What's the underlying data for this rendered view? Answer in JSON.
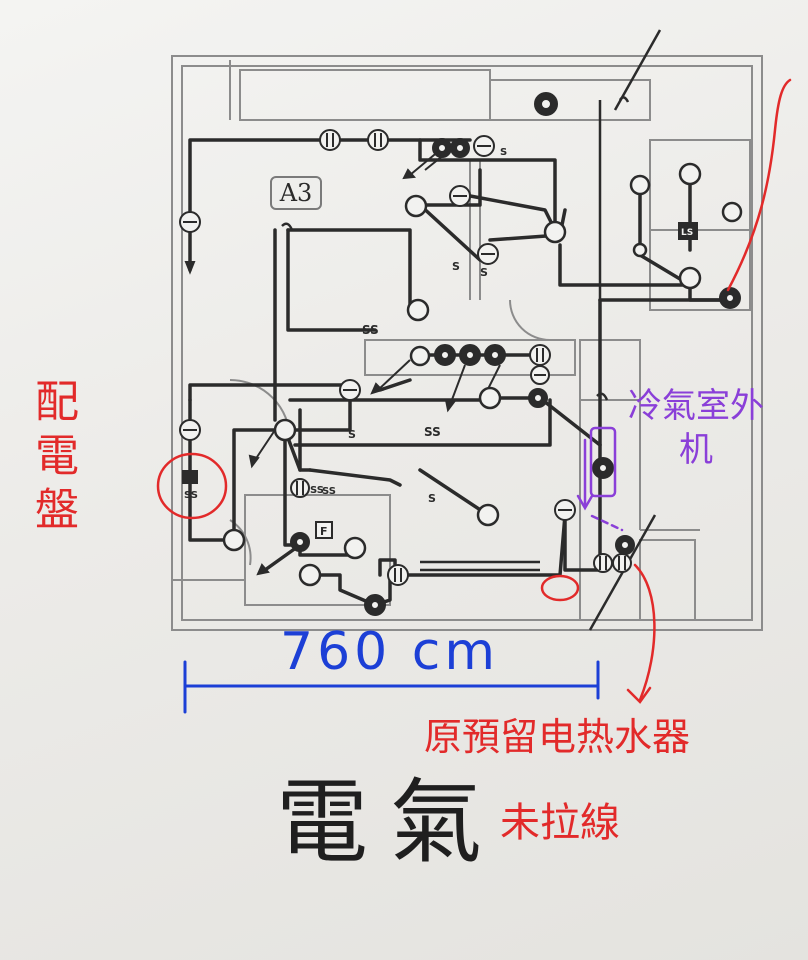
{
  "drawing": {
    "sheet_label": "A3",
    "title": "電氣",
    "switch_symbols": [
      "SS",
      "SS",
      "SS",
      "S",
      "S",
      "S",
      "S",
      "S"
    ],
    "special_marks": [
      "LS",
      "F",
      "SS",
      "SS"
    ]
  },
  "annotations": {
    "panel": "配電盤",
    "ac_outdoor": "冷氣室外机",
    "dimension": "760 cm",
    "water_heater": "原預留电热水器",
    "not_wired": "未拉線"
  },
  "colors": {
    "wiring": "#2b2b2b",
    "walls": "#8c8c8c",
    "red_ink": "#e22a2a",
    "purple_ink": "#8a3fd8",
    "blue_ink": "#1c3fd6"
  }
}
